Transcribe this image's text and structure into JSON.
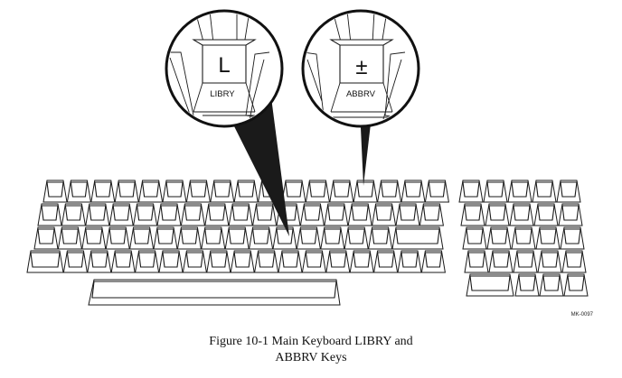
{
  "figure": {
    "caption_line1": "Figure 10-1    Main Keyboard LIBRY and",
    "caption_line2": "ABBRV Keys",
    "drawing_id": "MK-0097"
  },
  "callouts": [
    {
      "key_glyph": "L",
      "key_legend": "LIBRY"
    },
    {
      "key_glyph": "±",
      "key_legend": "ABBRV"
    }
  ]
}
